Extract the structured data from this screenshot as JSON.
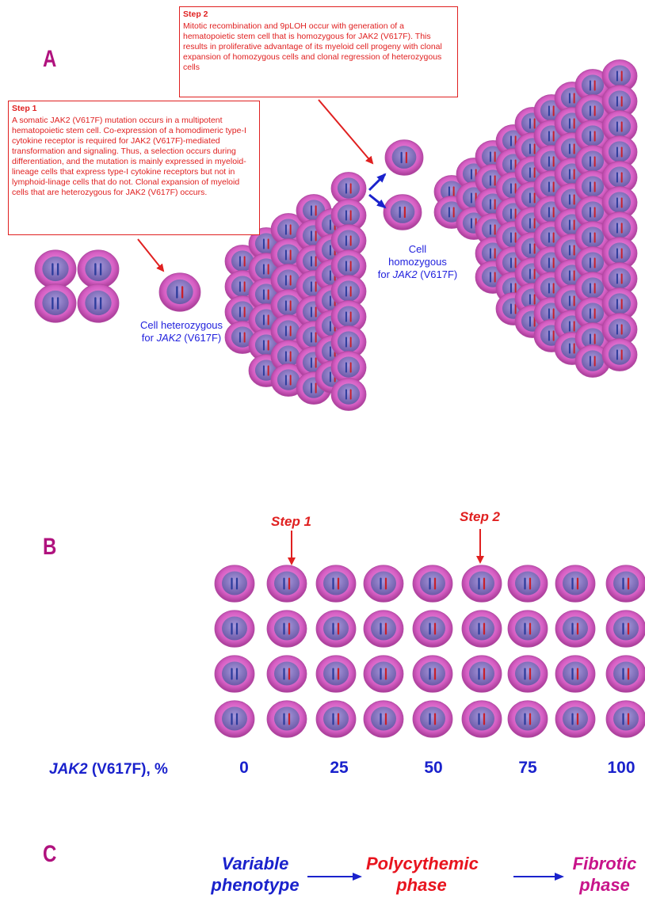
{
  "panels": {
    "a": "A",
    "b": "B",
    "c": "C"
  },
  "step2_box": {
    "title": "Step 2",
    "text": "Mitotic recombination and 9pLOH occur with generation of a hematopoietic stem cell that is homozygous for JAK2 (V617F). This results in proliferative advantage of its myeloid cell progeny with clonal expansion of homozygous cells and clonal regression of heterozygous cells"
  },
  "step1_box": {
    "title": "Step 1",
    "text": "A somatic JAK2 (V617F) mutation occurs in a multipotent hematopoietic stem cell. Co-expression of a homodimeric type-I cytokine receptor is required for JAK2 (V617F)-mediated transformation and signaling. Thus, a selection occurs during differentiation, and the mutation is mainly expressed in myeloid-lineage cells that express type-I cytokine receptors but not in lymphoid-linage cells that do not. Clonal expansion of myeloid cells that are heterozygous for JAK2 (V617F) occurs."
  },
  "captions": {
    "heterozygous_line1": "Cell heterozygous",
    "heterozygous_pre": "for ",
    "heterozygous_gene": "JAK2",
    "heterozygous_post": " (V617F)",
    "homozygous_line1": "Cell",
    "homozygous_line2": "homozygous",
    "homozygous_pre": "for ",
    "homozygous_gene": "JAK2",
    "homozygous_post": " (V617F)"
  },
  "panel_b": {
    "step1_label": "Step 1",
    "step2_label": "Step 2",
    "axis_gene": "JAK2",
    "axis_rest": " (V617F), %",
    "ticks": [
      "0",
      "25",
      "50",
      "75",
      "100"
    ]
  },
  "panel_c": {
    "phase1_line1": "Variable",
    "phase1_line2": "phenotype",
    "phase2_line1": "Polycythemic",
    "phase2_line2": "phase",
    "phase3_line1": "Fibrotic",
    "phase3_line2": "phase"
  },
  "colors": {
    "cell_outer": "#d65fc4",
    "cell_inner": "#8a74c4",
    "chromosome_blue": "#2c3c9c",
    "chromosome_red": "#c8202a",
    "step_red": "#e02020",
    "caption_blue": "#2222dd",
    "letter_magenta": "#b0127e",
    "phase_blue": "#1a22cc",
    "phase_red": "#e8141e",
    "phase_pink": "#c8148a"
  }
}
